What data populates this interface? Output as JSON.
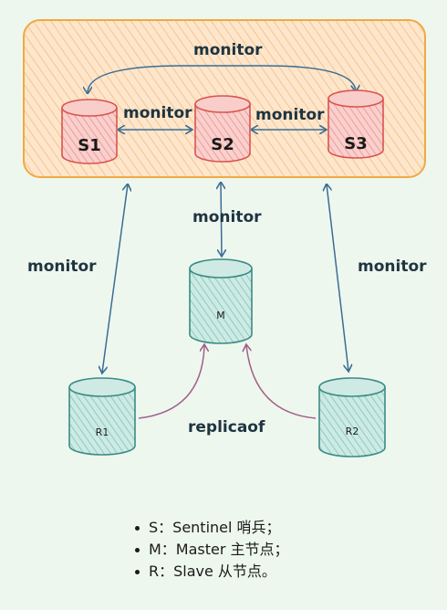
{
  "diagram": {
    "sentinels": [
      {
        "id": "s1",
        "label": "S1"
      },
      {
        "id": "s2",
        "label": "S2"
      },
      {
        "id": "s3",
        "label": "S3"
      }
    ],
    "master": {
      "label": "M"
    },
    "replicas": [
      {
        "id": "r1",
        "label": "R1"
      },
      {
        "id": "r2",
        "label": "R2"
      }
    ],
    "edge_labels": {
      "top_arc": "monitor",
      "s1_s2": "monitor",
      "s2_s3": "monitor",
      "s2_m": "monitor",
      "s1_r1": "monitor",
      "s3_r2": "monitor",
      "replicaof": "replicaof"
    },
    "colors": {
      "sentinel_fill": "#f7c7c4",
      "sentinel_stroke": "#d9534f",
      "data_fill": "#bfe3dc",
      "data_stroke": "#3b8c84",
      "group_fill": "#fde3c4",
      "group_stroke": "#f0a945",
      "arrow": "#3a6d93",
      "replica_arrow": "#a0608a"
    }
  },
  "legend": [
    {
      "text": "S：Sentinel 哨兵；"
    },
    {
      "text": "M：Master 主节点；"
    },
    {
      "text": "R：Slave 从节点。"
    }
  ]
}
